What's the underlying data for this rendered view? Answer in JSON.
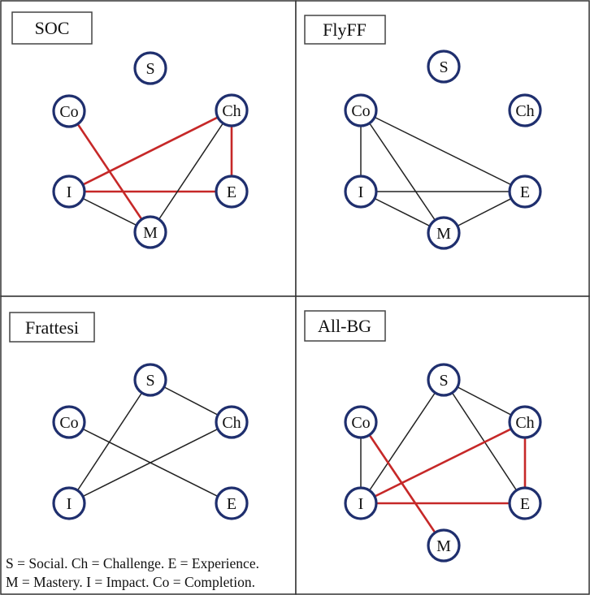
{
  "colors": {
    "node_stroke": "#1f2f6e",
    "edge_normal": "#222222",
    "edge_highlight": "#c62828"
  },
  "legend": {
    "line1": "S = Social. Ch = Challenge. E = Experience.",
    "line2": "M = Mastery. I = Impact. Co = Completion."
  },
  "panels": [
    {
      "label": "SOC",
      "nodes": [
        "S",
        "Co",
        "Ch",
        "I",
        "E",
        "M"
      ],
      "edges": [
        {
          "from": "Co",
          "to": "M",
          "type": "highlight"
        },
        {
          "from": "I",
          "to": "Ch",
          "type": "highlight"
        },
        {
          "from": "Ch",
          "to": "E",
          "type": "highlight"
        },
        {
          "from": "I",
          "to": "E",
          "type": "highlight"
        },
        {
          "from": "I",
          "to": "M",
          "type": "normal"
        },
        {
          "from": "Ch",
          "to": "M",
          "type": "normal"
        }
      ]
    },
    {
      "label": "FlyFF",
      "nodes": [
        "S",
        "Co",
        "Ch",
        "I",
        "E",
        "M"
      ],
      "edges": [
        {
          "from": "Co",
          "to": "I",
          "type": "normal"
        },
        {
          "from": "Co",
          "to": "M",
          "type": "normal"
        },
        {
          "from": "Co",
          "to": "E",
          "type": "normal"
        },
        {
          "from": "I",
          "to": "E",
          "type": "normal"
        },
        {
          "from": "I",
          "to": "M",
          "type": "normal"
        },
        {
          "from": "M",
          "to": "E",
          "type": "normal"
        }
      ]
    },
    {
      "label": "Frattesi",
      "nodes": [
        "S",
        "Co",
        "Ch",
        "I",
        "E"
      ],
      "edges": [
        {
          "from": "S",
          "to": "I",
          "type": "normal"
        },
        {
          "from": "S",
          "to": "Ch",
          "type": "normal"
        },
        {
          "from": "Co",
          "to": "E",
          "type": "normal"
        },
        {
          "from": "I",
          "to": "Ch",
          "type": "normal"
        }
      ]
    },
    {
      "label": "All-BG",
      "nodes": [
        "S",
        "Co",
        "Ch",
        "I",
        "E",
        "M"
      ],
      "edges": [
        {
          "from": "S",
          "to": "I",
          "type": "normal"
        },
        {
          "from": "S",
          "to": "Ch",
          "type": "normal"
        },
        {
          "from": "S",
          "to": "E",
          "type": "normal"
        },
        {
          "from": "Co",
          "to": "I",
          "type": "normal"
        },
        {
          "from": "Co",
          "to": "M",
          "type": "highlight"
        },
        {
          "from": "I",
          "to": "Ch",
          "type": "highlight"
        },
        {
          "from": "Ch",
          "to": "E",
          "type": "highlight"
        },
        {
          "from": "I",
          "to": "E",
          "type": "highlight"
        }
      ]
    }
  ]
}
